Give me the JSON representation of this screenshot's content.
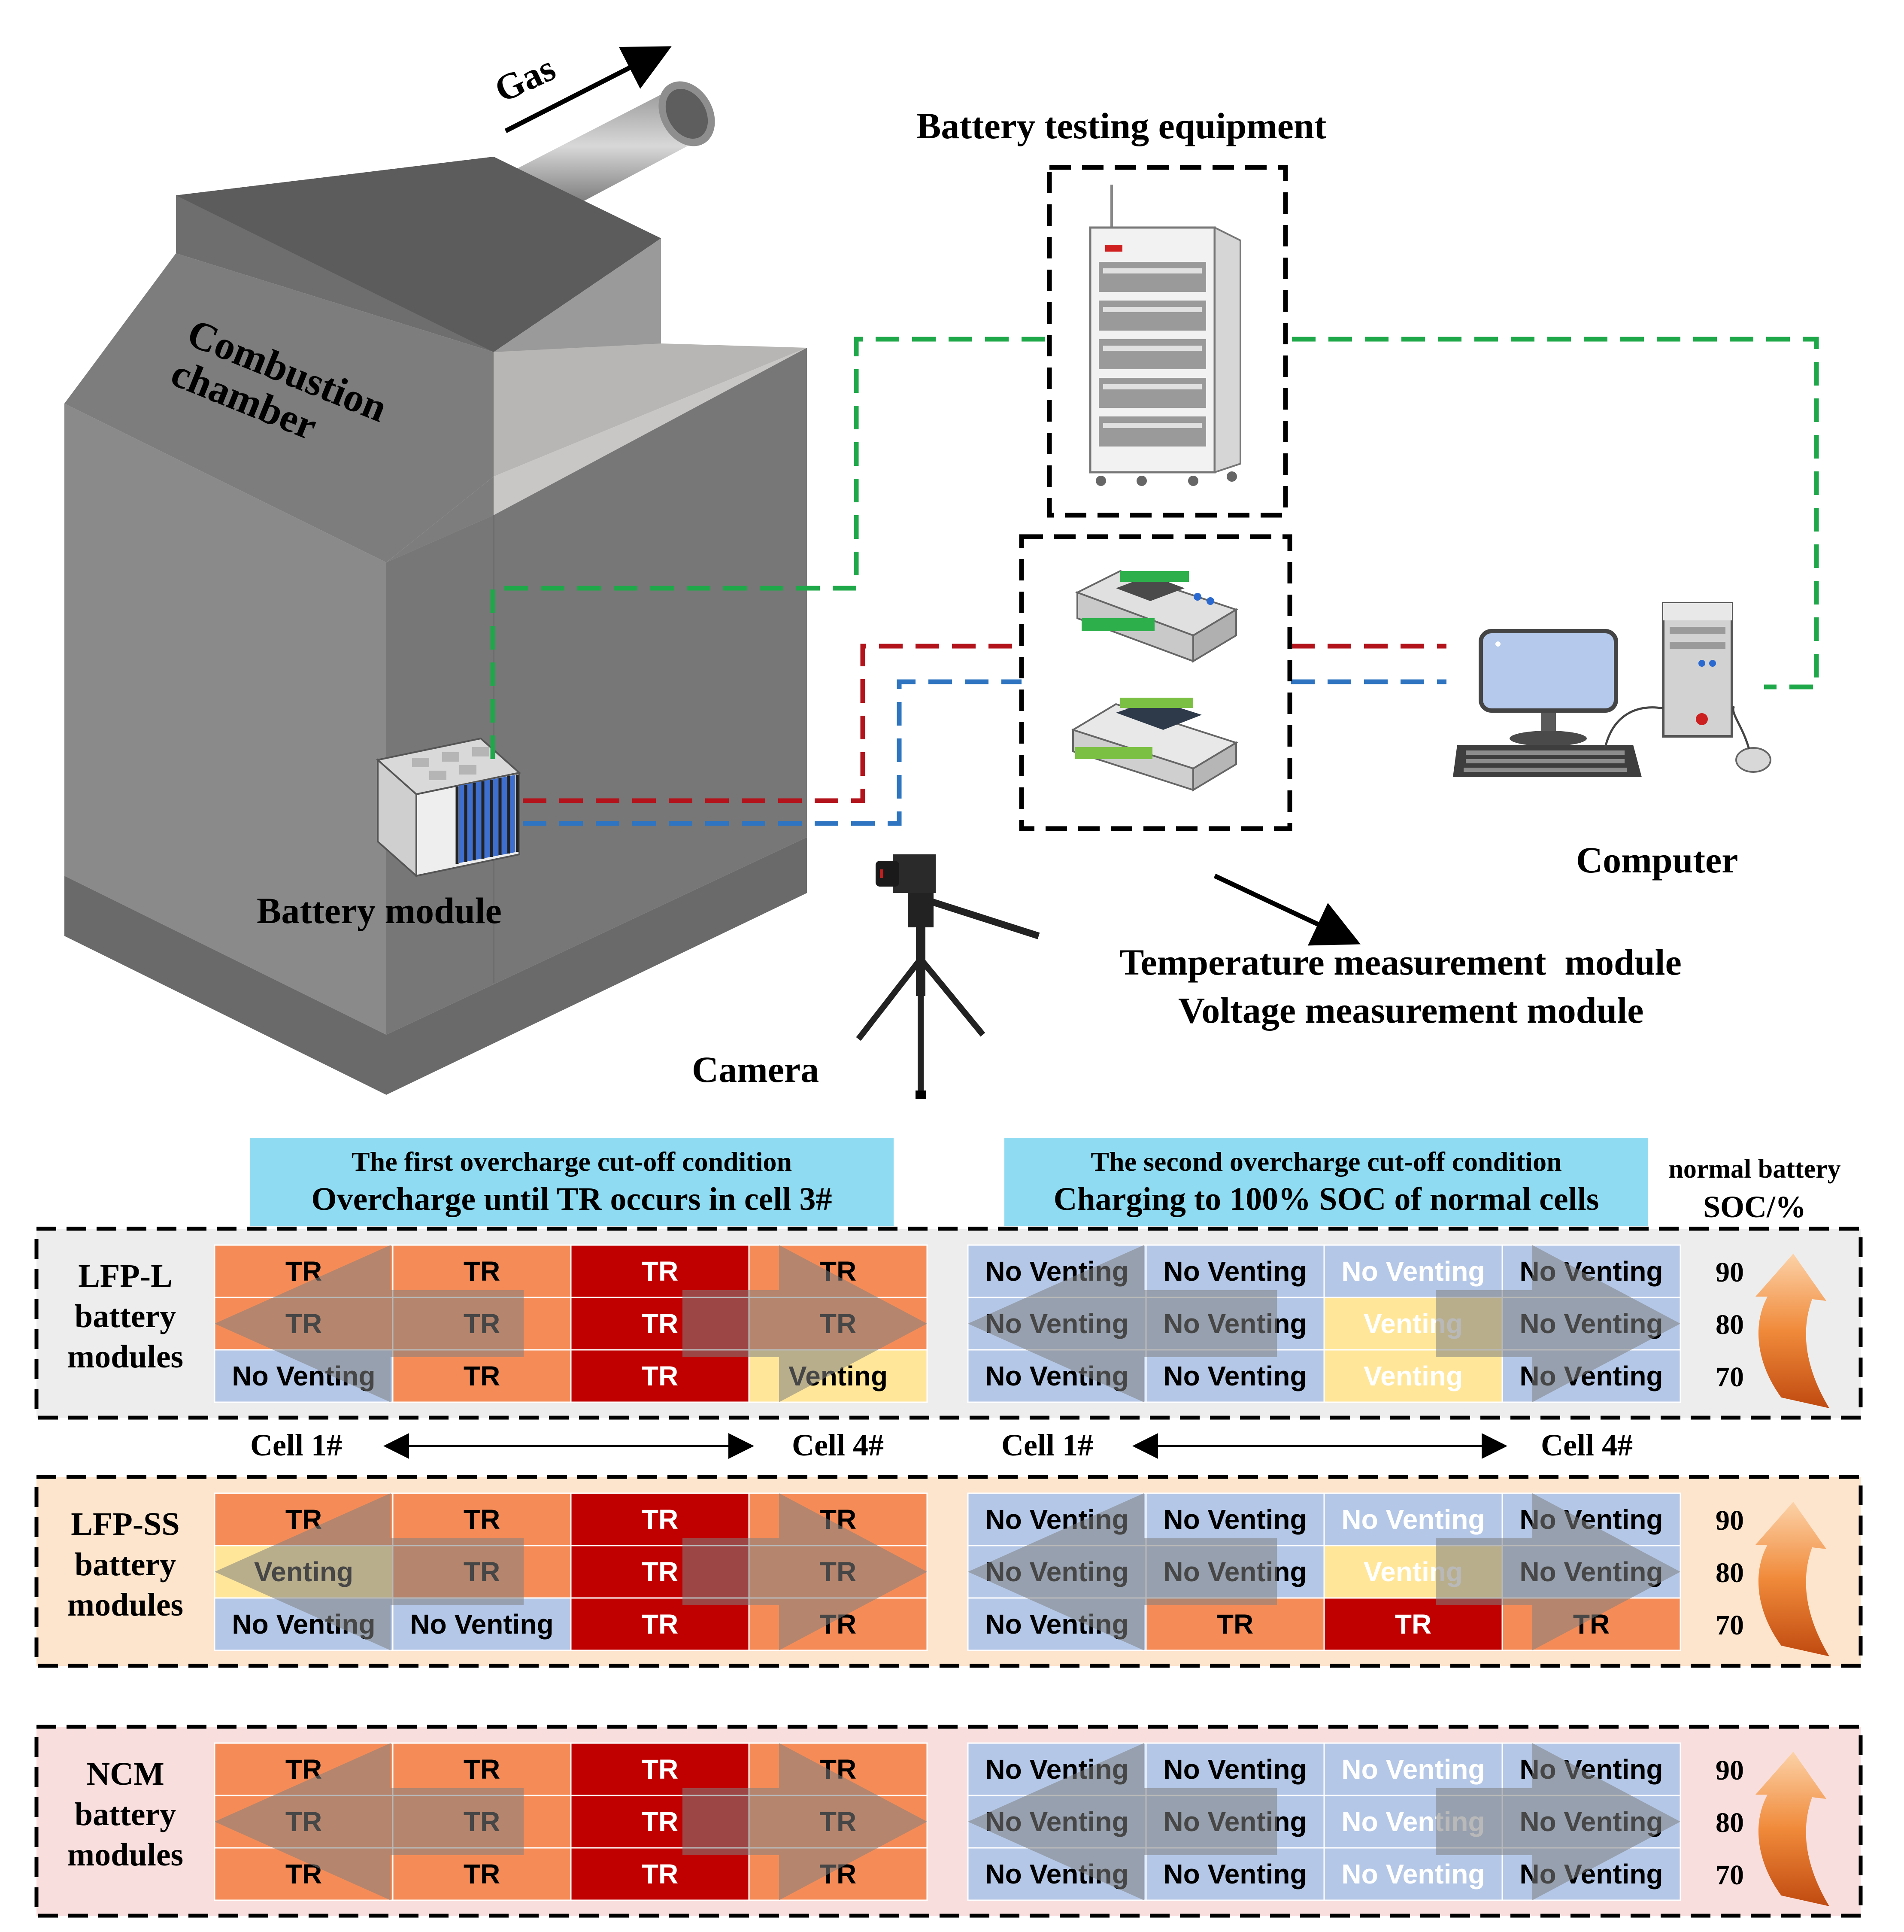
{
  "setup": {
    "gas_label": "Gas",
    "chamber_label": [
      "Combustion",
      "chamber"
    ],
    "battery_testing_equipment_label": "Battery testing equipment",
    "battery_module_label": "Battery module",
    "computer_label": "Computer",
    "camera_label": "Camera",
    "measurement_labels": [
      "Temperature measurement  module",
      "Voltage measurement module"
    ],
    "line_colors": {
      "green": "#1fa84a",
      "red": "#b3141c",
      "blue": "#2e74c0"
    }
  },
  "legend": {
    "condition1": [
      "The first overcharge cut-off condition",
      "Overcharge until TR occurs in cell 3#"
    ],
    "condition2": [
      "The second overcharge cut-off condition",
      "Charging to 100% SOC of normal cells"
    ],
    "soc_header": [
      "normal battery",
      "SOC/%"
    ],
    "cell_axis": [
      "Cell 1#",
      "Cell 4#"
    ]
  },
  "state_colors": {
    "TR": "#f58c58",
    "TR_cell3": "#c00000",
    "No Venting": "#b4c7e7",
    "Venting": "#ffe699"
  },
  "groups": [
    {
      "name": [
        "LFP-L",
        "battery",
        "modules"
      ],
      "background": "#ededed",
      "soc": [
        "90",
        "80",
        "70"
      ],
      "first": [
        [
          "TR",
          "TR",
          "TR",
          "TR"
        ],
        [
          "TR",
          "TR",
          "TR",
          "TR"
        ],
        [
          "No Venting",
          "TR",
          "TR",
          "Venting"
        ]
      ],
      "second": [
        [
          "No Venting",
          "No Venting",
          "No Venting",
          "No Venting"
        ],
        [
          "No Venting",
          "No Venting",
          "Venting",
          "No Venting"
        ],
        [
          "No Venting",
          "No Venting",
          "Venting",
          "No Venting"
        ]
      ]
    },
    {
      "name": [
        "LFP-SS",
        "battery",
        "modules"
      ],
      "background": "#fde4cc",
      "soc": [
        "90",
        "80",
        "70"
      ],
      "first": [
        [
          "TR",
          "TR",
          "TR",
          "TR"
        ],
        [
          "Venting",
          "TR",
          "TR",
          "TR"
        ],
        [
          "No Venting",
          "No Venting",
          "TR",
          "TR"
        ]
      ],
      "second": [
        [
          "No Venting",
          "No Venting",
          "No Venting",
          "No Venting"
        ],
        [
          "No Venting",
          "No Venting",
          "Venting",
          "No Venting"
        ],
        [
          "No Venting",
          "TR",
          "TR",
          "TR"
        ]
      ]
    },
    {
      "name": [
        "NCM",
        "battery",
        "modules"
      ],
      "background": "#f9dede",
      "soc": [
        "90",
        "80",
        "70"
      ],
      "first": [
        [
          "TR",
          "TR",
          "TR",
          "TR"
        ],
        [
          "TR",
          "TR",
          "TR",
          "TR"
        ],
        [
          "TR",
          "TR",
          "TR",
          "TR"
        ]
      ],
      "second": [
        [
          "No Venting",
          "No Venting",
          "No Venting",
          "No Venting"
        ],
        [
          "No Venting",
          "No Venting",
          "No Venting",
          "No Venting"
        ],
        [
          "No Venting",
          "No Venting",
          "No Venting",
          "No Venting"
        ]
      ]
    }
  ]
}
